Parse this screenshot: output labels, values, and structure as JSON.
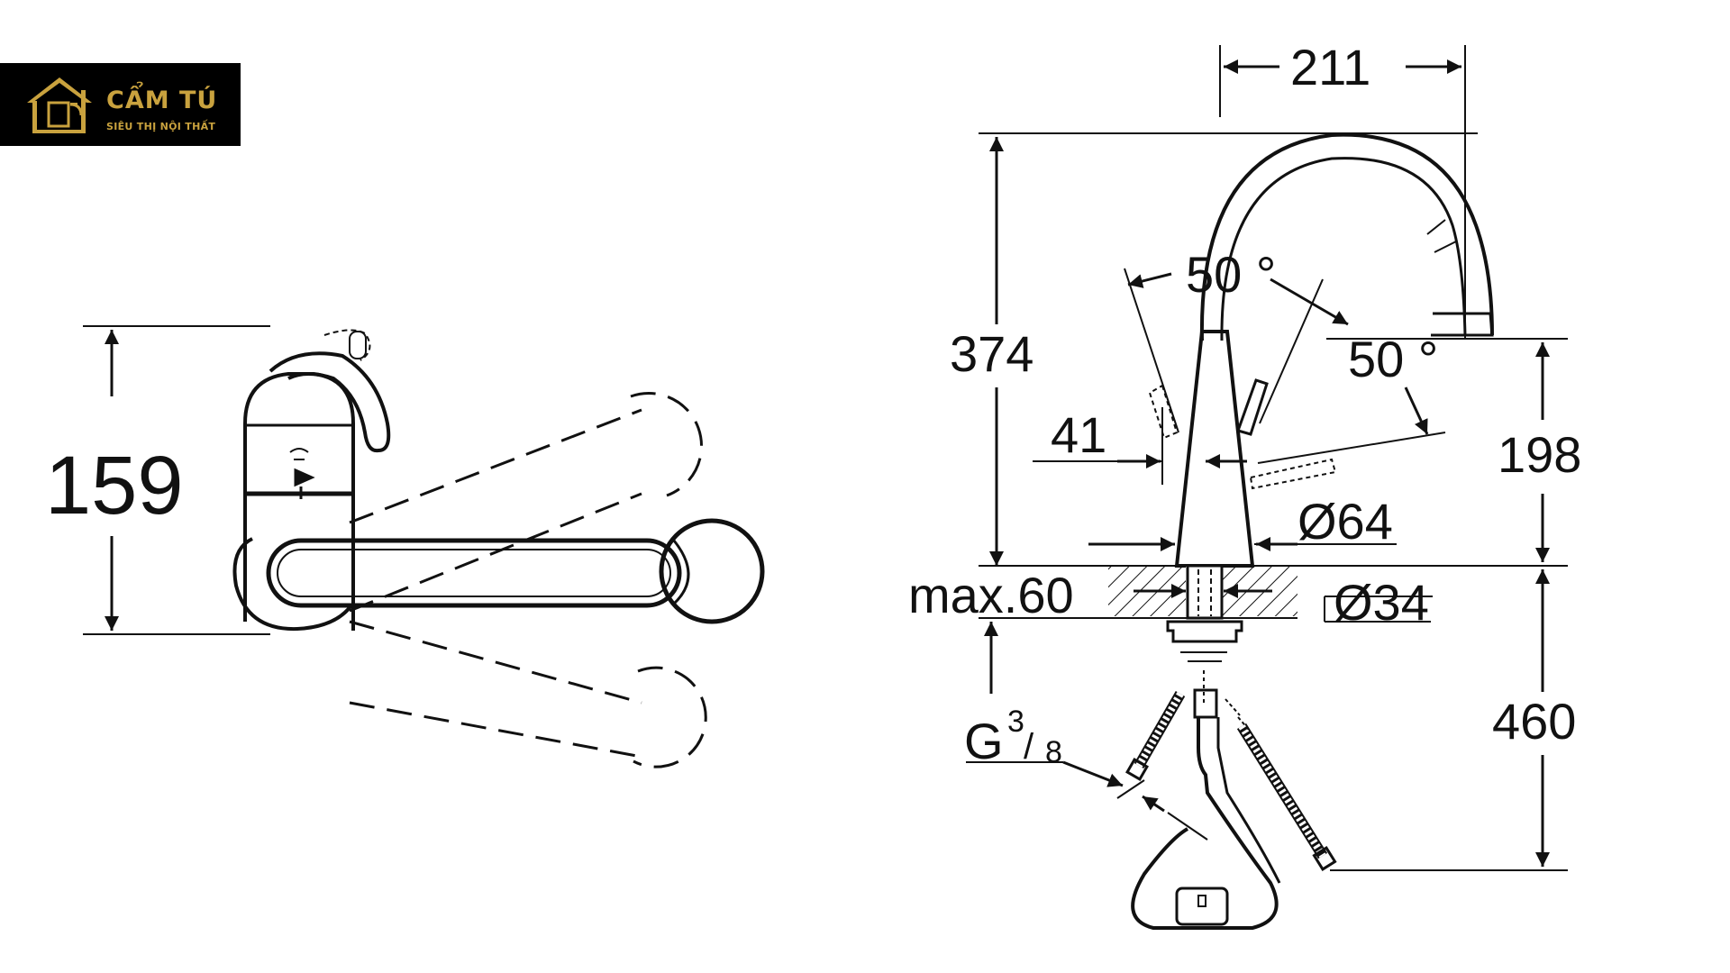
{
  "logo": {
    "brand": "CẨM TÚ",
    "tagline": "SIÊU THỊ NỘI THẤT",
    "color": "#c9a23e"
  },
  "dimensions": {
    "side_height": "159",
    "spout_reach": "211",
    "total_height": "374",
    "angle_left": "50 °",
    "angle_right": "50 °",
    "width_41": "41",
    "spout_height": "198",
    "base_diameter": "Ø64",
    "max_thickness": "max.60",
    "hole_diameter": "Ø34",
    "hose_length": "460",
    "thread": {
      "letter": "G",
      "num": "3",
      "den": "8"
    }
  }
}
